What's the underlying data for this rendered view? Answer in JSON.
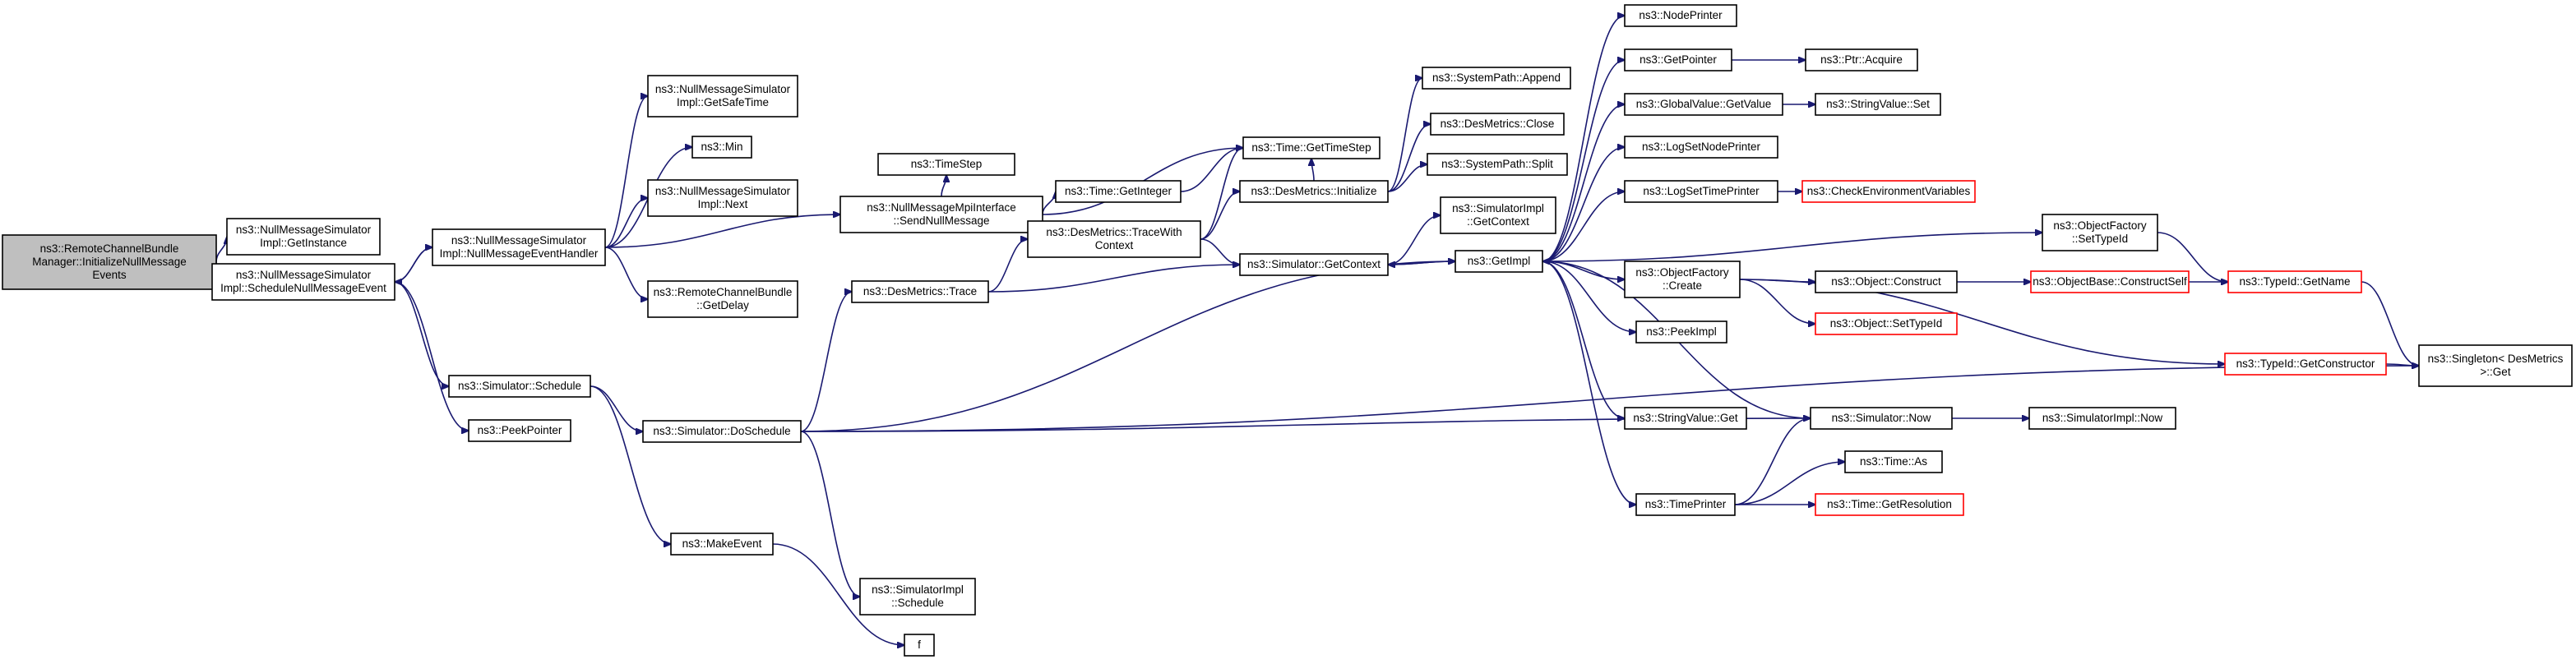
{
  "graph": {
    "type": "call-graph",
    "nodes": [
      {
        "id": "root",
        "lines": [
          "ns3::RemoteChannelBundle",
          "Manager::InitializeNullMessage",
          "Events"
        ],
        "root": true
      },
      {
        "id": "getinstance",
        "lines": [
          "ns3::NullMessageSimulator",
          "Impl::GetInstance"
        ]
      },
      {
        "id": "schedNull",
        "lines": [
          "ns3::NullMessageSimulator",
          "Impl::ScheduleNullMessageEvent"
        ]
      },
      {
        "id": "nullHandler",
        "lines": [
          "ns3::NullMessageSimulator",
          "Impl::NullMessageEventHandler"
        ]
      },
      {
        "id": "getSafeTime",
        "lines": [
          "ns3::NullMessageSimulator",
          "Impl::GetSafeTime"
        ]
      },
      {
        "id": "min",
        "lines": [
          "ns3::Min"
        ]
      },
      {
        "id": "next",
        "lines": [
          "ns3::NullMessageSimulator",
          "Impl::Next"
        ]
      },
      {
        "id": "sendNull",
        "lines": [
          "ns3::NullMessageMpiInterface",
          "::SendNullMessage"
        ]
      },
      {
        "id": "getDelay",
        "lines": [
          "ns3::RemoteChannelBundle",
          "::GetDelay"
        ]
      },
      {
        "id": "timestep",
        "lines": [
          "ns3::TimeStep"
        ]
      },
      {
        "id": "getInteger",
        "lines": [
          "ns3::Time::GetInteger"
        ]
      },
      {
        "id": "getTimeStep",
        "lines": [
          "ns3::Time::GetTimeStep"
        ]
      },
      {
        "id": "traceWith",
        "lines": [
          "ns3::DesMetrics::TraceWith",
          "Context"
        ]
      },
      {
        "id": "desTrace",
        "lines": [
          "ns3::DesMetrics::Trace"
        ]
      },
      {
        "id": "simSchedule",
        "lines": [
          "ns3::Simulator::Schedule"
        ]
      },
      {
        "id": "peekPointer",
        "lines": [
          "ns3::PeekPointer"
        ]
      },
      {
        "id": "doSchedule",
        "lines": [
          "ns3::Simulator::DoSchedule"
        ]
      },
      {
        "id": "makeEvent",
        "lines": [
          "ns3::MakeEvent"
        ]
      },
      {
        "id": "implSchedule",
        "lines": [
          "ns3::SimulatorImpl",
          "::Schedule"
        ]
      },
      {
        "id": "f",
        "lines": [
          "f"
        ]
      },
      {
        "id": "desInit",
        "lines": [
          "ns3::DesMetrics::Initialize"
        ]
      },
      {
        "id": "sysAppend",
        "lines": [
          "ns3::SystemPath::Append"
        ]
      },
      {
        "id": "desClose",
        "lines": [
          "ns3::DesMetrics::Close"
        ]
      },
      {
        "id": "sysSplit",
        "lines": [
          "ns3::SystemPath::Split"
        ]
      },
      {
        "id": "implGetContext",
        "lines": [
          "ns3::SimulatorImpl",
          "::GetContext"
        ]
      },
      {
        "id": "simGetContext",
        "lines": [
          "ns3::Simulator::GetContext"
        ]
      },
      {
        "id": "getImpl",
        "lines": [
          "ns3::GetImpl"
        ]
      },
      {
        "id": "nodePrinter",
        "lines": [
          "ns3::NodePrinter"
        ]
      },
      {
        "id": "getPointer",
        "lines": [
          "ns3::GetPointer"
        ]
      },
      {
        "id": "ptrAcquire",
        "lines": [
          "ns3::Ptr::Acquire"
        ]
      },
      {
        "id": "gvGetValue",
        "lines": [
          "ns3::GlobalValue::GetValue"
        ]
      },
      {
        "id": "svSet",
        "lines": [
          "ns3::StringValue::Set"
        ]
      },
      {
        "id": "logSetNode",
        "lines": [
          "ns3::LogSetNodePrinter"
        ]
      },
      {
        "id": "logSetTime",
        "lines": [
          "ns3::LogSetTimePrinter"
        ]
      },
      {
        "id": "checkEnv",
        "lines": [
          "ns3::CheckEnvironmentVariables"
        ],
        "truncated": true
      },
      {
        "id": "ofCreate",
        "lines": [
          "ns3::ObjectFactory",
          "::Create"
        ]
      },
      {
        "id": "objConstruct",
        "lines": [
          "ns3::Object::Construct"
        ]
      },
      {
        "id": "objBaseConstruct",
        "lines": [
          "ns3::ObjectBase::ConstructSelf"
        ],
        "truncated": true
      },
      {
        "id": "objSetTypeId",
        "lines": [
          "ns3::Object::SetTypeId"
        ],
        "truncated": true
      },
      {
        "id": "ofSetTypeId",
        "lines": [
          "ns3::ObjectFactory",
          "::SetTypeId"
        ]
      },
      {
        "id": "typeIdGetName",
        "lines": [
          "ns3::TypeId::GetName"
        ],
        "truncated": true
      },
      {
        "id": "typeIdGetCtor",
        "lines": [
          "ns3::TypeId::GetConstructor"
        ],
        "truncated": true
      },
      {
        "id": "singletonGet",
        "lines": [
          "ns3::Singleton< DesMetrics",
          " >::Get"
        ]
      },
      {
        "id": "peekImpl",
        "lines": [
          "ns3::PeekImpl"
        ]
      },
      {
        "id": "svGet",
        "lines": [
          "ns3::StringValue::Get"
        ]
      },
      {
        "id": "simNow",
        "lines": [
          "ns3::Simulator::Now"
        ]
      },
      {
        "id": "implNow",
        "lines": [
          "ns3::SimulatorImpl::Now"
        ]
      },
      {
        "id": "timePrinter",
        "lines": [
          "ns3::TimePrinter"
        ]
      },
      {
        "id": "timeAs",
        "lines": [
          "ns3::Time::As"
        ]
      },
      {
        "id": "timeGetRes",
        "lines": [
          "ns3::Time::GetResolution"
        ],
        "truncated": true
      }
    ],
    "edges": [
      [
        "root",
        "getinstance"
      ],
      [
        "root",
        "schedNull"
      ],
      [
        "schedNull",
        "nullHandler"
      ],
      [
        "nullHandler",
        "schedNull"
      ],
      [
        "schedNull",
        "simSchedule"
      ],
      [
        "schedNull",
        "peekPointer"
      ],
      [
        "nullHandler",
        "getSafeTime"
      ],
      [
        "nullHandler",
        "min"
      ],
      [
        "nullHandler",
        "next"
      ],
      [
        "nullHandler",
        "sendNull"
      ],
      [
        "nullHandler",
        "getDelay"
      ],
      [
        "sendNull",
        "timestep"
      ],
      [
        "sendNull",
        "getInteger"
      ],
      [
        "sendNull",
        "getTimeStep"
      ],
      [
        "getInteger",
        "getTimeStep"
      ],
      [
        "simSchedule",
        "doSchedule"
      ],
      [
        "simSchedule",
        "makeEvent"
      ],
      [
        "doSchedule",
        "desTrace"
      ],
      [
        "doSchedule",
        "getImpl"
      ],
      [
        "doSchedule",
        "implSchedule"
      ],
      [
        "doSchedule",
        "simNow"
      ],
      [
        "doSchedule",
        "singletonGet"
      ],
      [
        "makeEvent",
        "f"
      ],
      [
        "desTrace",
        "traceWith"
      ],
      [
        "desTrace",
        "simGetContext"
      ],
      [
        "traceWith",
        "getTimeStep"
      ],
      [
        "traceWith",
        "desInit"
      ],
      [
        "traceWith",
        "simGetContext"
      ],
      [
        "desInit",
        "sysAppend"
      ],
      [
        "desInit",
        "desClose"
      ],
      [
        "desInit",
        "sysSplit"
      ],
      [
        "desInit",
        "getTimeStep"
      ],
      [
        "simGetContext",
        "implGetContext"
      ],
      [
        "simGetContext",
        "getImpl"
      ],
      [
        "getImpl",
        "simGetContext"
      ],
      [
        "getImpl",
        "nodePrinter"
      ],
      [
        "getImpl",
        "getPointer"
      ],
      [
        "getImpl",
        "gvGetValue"
      ],
      [
        "getImpl",
        "logSetNode"
      ],
      [
        "getImpl",
        "logSetTime"
      ],
      [
        "getImpl",
        "ofCreate"
      ],
      [
        "getImpl",
        "ofSetTypeId"
      ],
      [
        "getImpl",
        "peekImpl"
      ],
      [
        "getImpl",
        "svGet"
      ],
      [
        "getImpl",
        "timePrinter"
      ],
      [
        "simNow",
        "getImpl"
      ],
      [
        "simNow",
        "implNow"
      ],
      [
        "getPointer",
        "ptrAcquire"
      ],
      [
        "gvGetValue",
        "svSet"
      ],
      [
        "logSetTime",
        "checkEnv"
      ],
      [
        "ofCreate",
        "objConstruct"
      ],
      [
        "ofCreate",
        "objSetTypeId"
      ],
      [
        "ofCreate",
        "typeIdGetCtor"
      ],
      [
        "objConstruct",
        "objBaseConstruct"
      ],
      [
        "objBaseConstruct",
        "typeIdGetName"
      ],
      [
        "ofSetTypeId",
        "typeIdGetName"
      ],
      [
        "typeIdGetName",
        "singletonGet"
      ],
      [
        "typeIdGetCtor",
        "singletonGet"
      ],
      [
        "timePrinter",
        "simNow"
      ],
      [
        "timePrinter",
        "timeAs"
      ],
      [
        "timePrinter",
        "timeGetRes"
      ]
    ]
  }
}
